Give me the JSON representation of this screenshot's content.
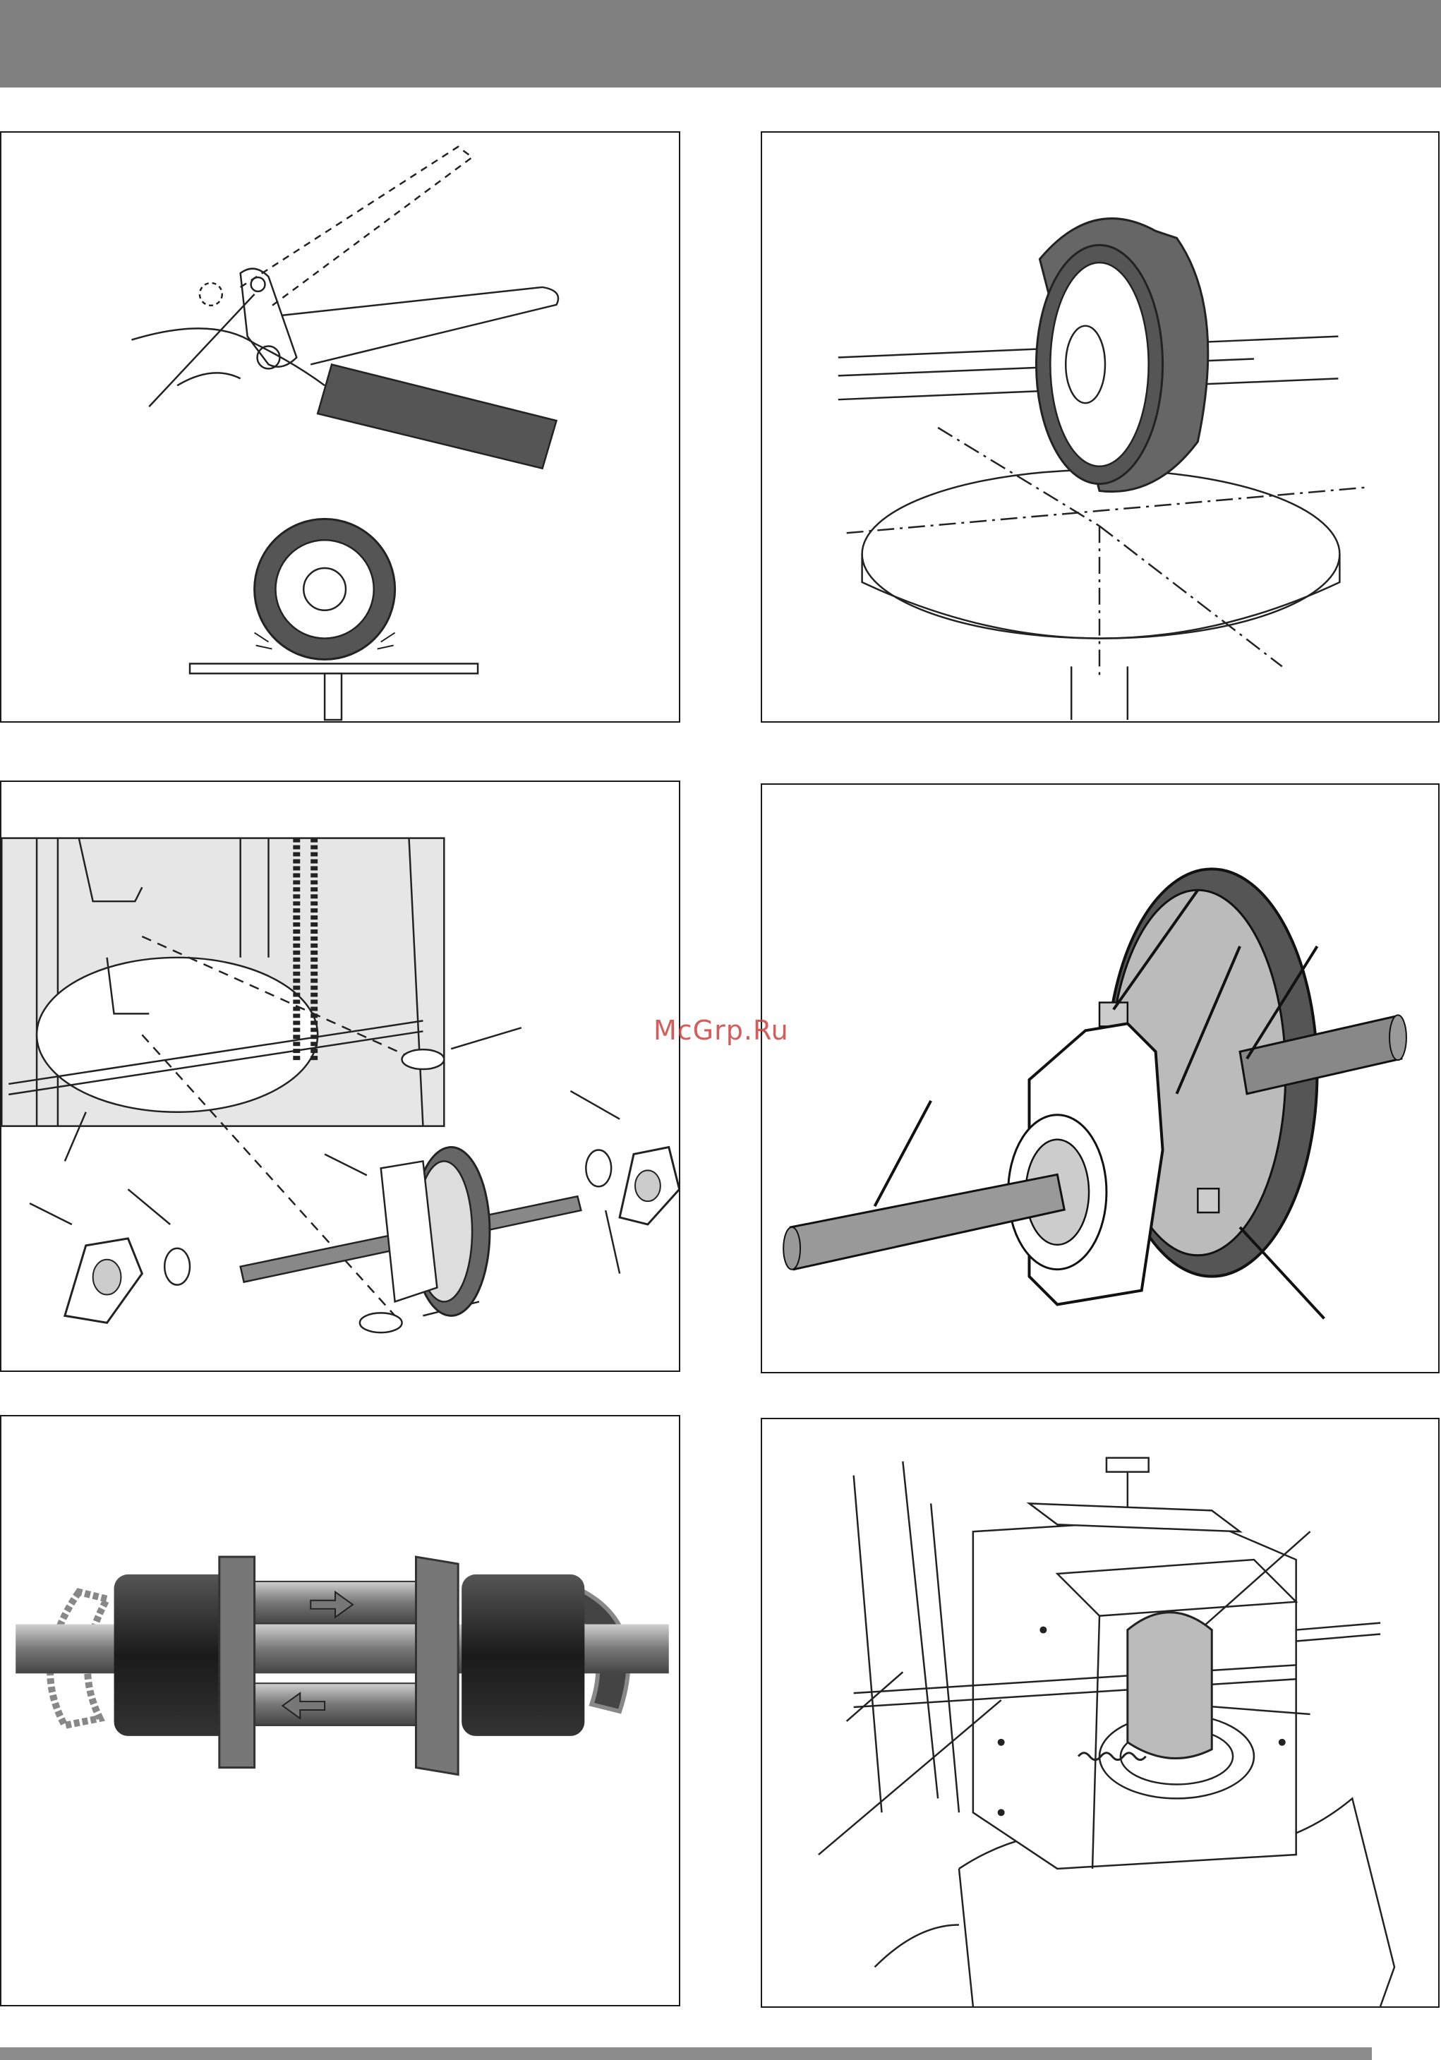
{
  "header": {
    "color": "#808080"
  },
  "footer": {
    "color": "#8c8c8c"
  },
  "watermark": {
    "text": "McGrp.Ru",
    "color": "#d04040"
  },
  "figures": [
    {
      "id": "fig-1",
      "icon": "lever-grip-and-wheel-illustration"
    },
    {
      "id": "fig-2",
      "icon": "wheel-on-axle-over-disc-illustration"
    },
    {
      "id": "fig-3",
      "icon": "exploded-axle-assembly-illustration"
    },
    {
      "id": "fig-4",
      "icon": "wheel-hub-assembly-illustration"
    },
    {
      "id": "fig-5",
      "icon": "shaft-coupling-photo"
    },
    {
      "id": "fig-6",
      "icon": "gearbox-housing-illustration"
    }
  ]
}
